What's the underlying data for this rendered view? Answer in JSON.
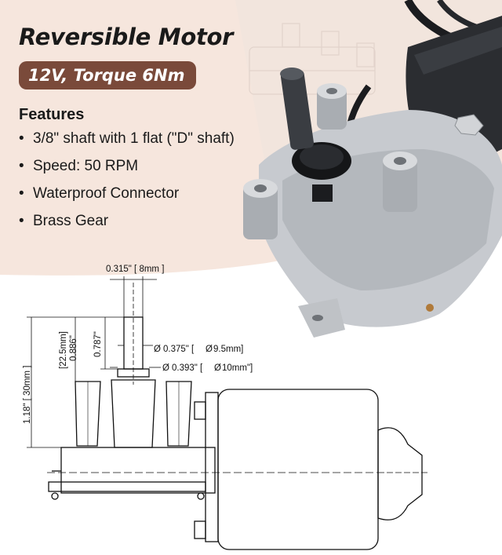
{
  "title": "Reversible Motor",
  "badge": "12V, Torque 6Nm",
  "features": {
    "heading": "Features",
    "items": [
      "3/8\" shaft with 1 flat  (\"D\" shaft)",
      "Speed:  50 RPM",
      "Waterproof Connector",
      "Brass Gear"
    ]
  },
  "dimensions": {
    "shaft_flat_width": "0.315\" [ 8mm ]",
    "total_height": "1.18\" [ 30mm ]",
    "height_mm": "[22.5mm]",
    "height_in": "0.886\"",
    "shaft_length": "0.787\"",
    "shaft_diameter": "0.375\" [",
    "shaft_diameter_mm": "9.5mm]",
    "collar_diameter": "0.393\" [",
    "collar_diameter_mm": "10mm\"]",
    "diameter_symbol": "Ø"
  },
  "colors": {
    "badge": "#7a4a3a",
    "peach_background": "#f5e4db",
    "motor_body": "#2b2d31",
    "housing": "#c9ccd0"
  }
}
